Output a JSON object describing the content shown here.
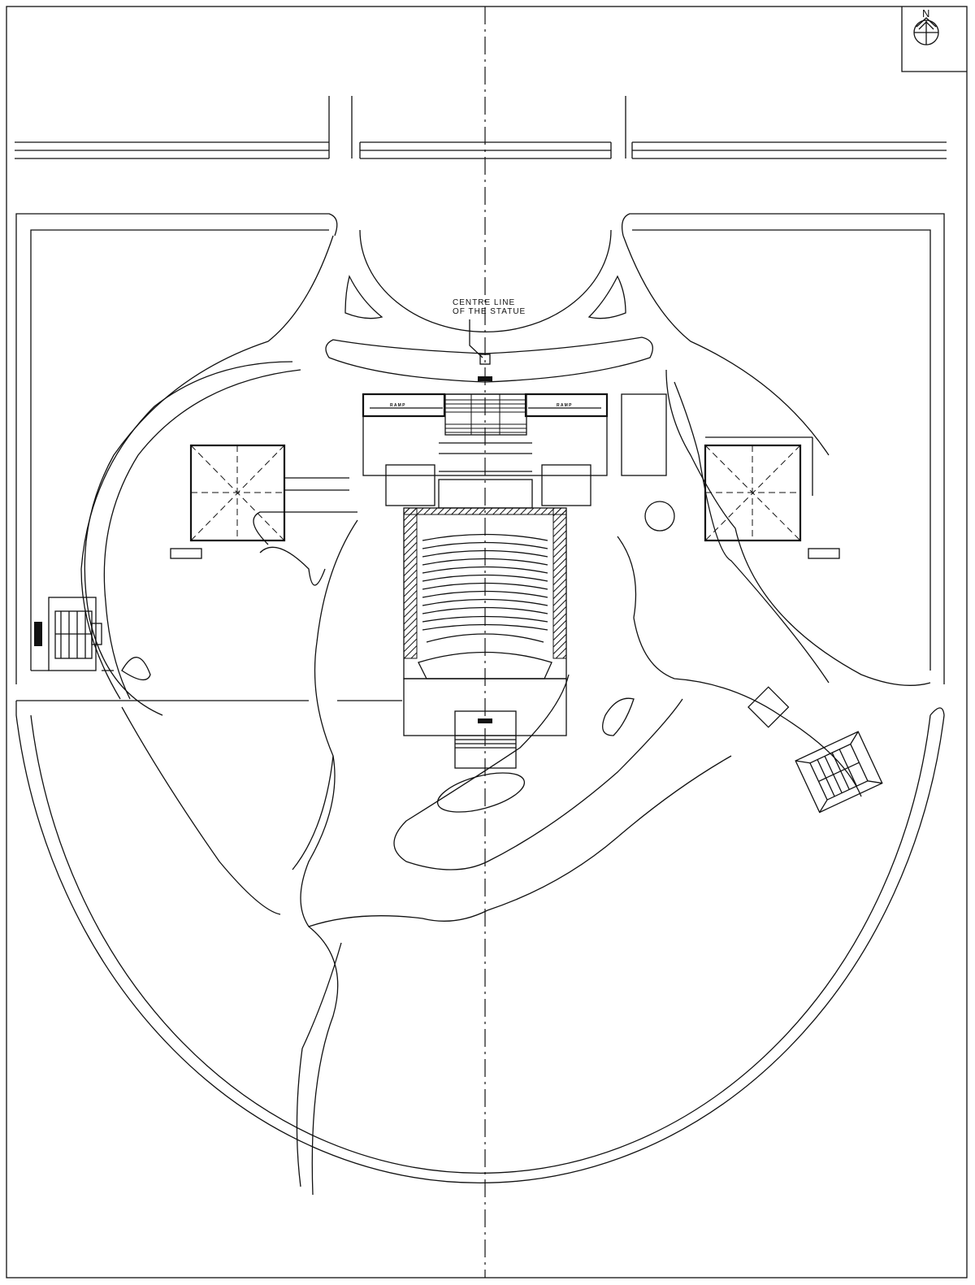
{
  "drawing": {
    "north_label": "N",
    "statue_label_line1": "CENTRE LINE",
    "statue_label_line2": "OF THE STATUE",
    "ramp_left_label": "R A M P",
    "ramp_right_label": "R A M P"
  },
  "colors": {
    "ink": "#111111",
    "paper": "#ffffff"
  }
}
